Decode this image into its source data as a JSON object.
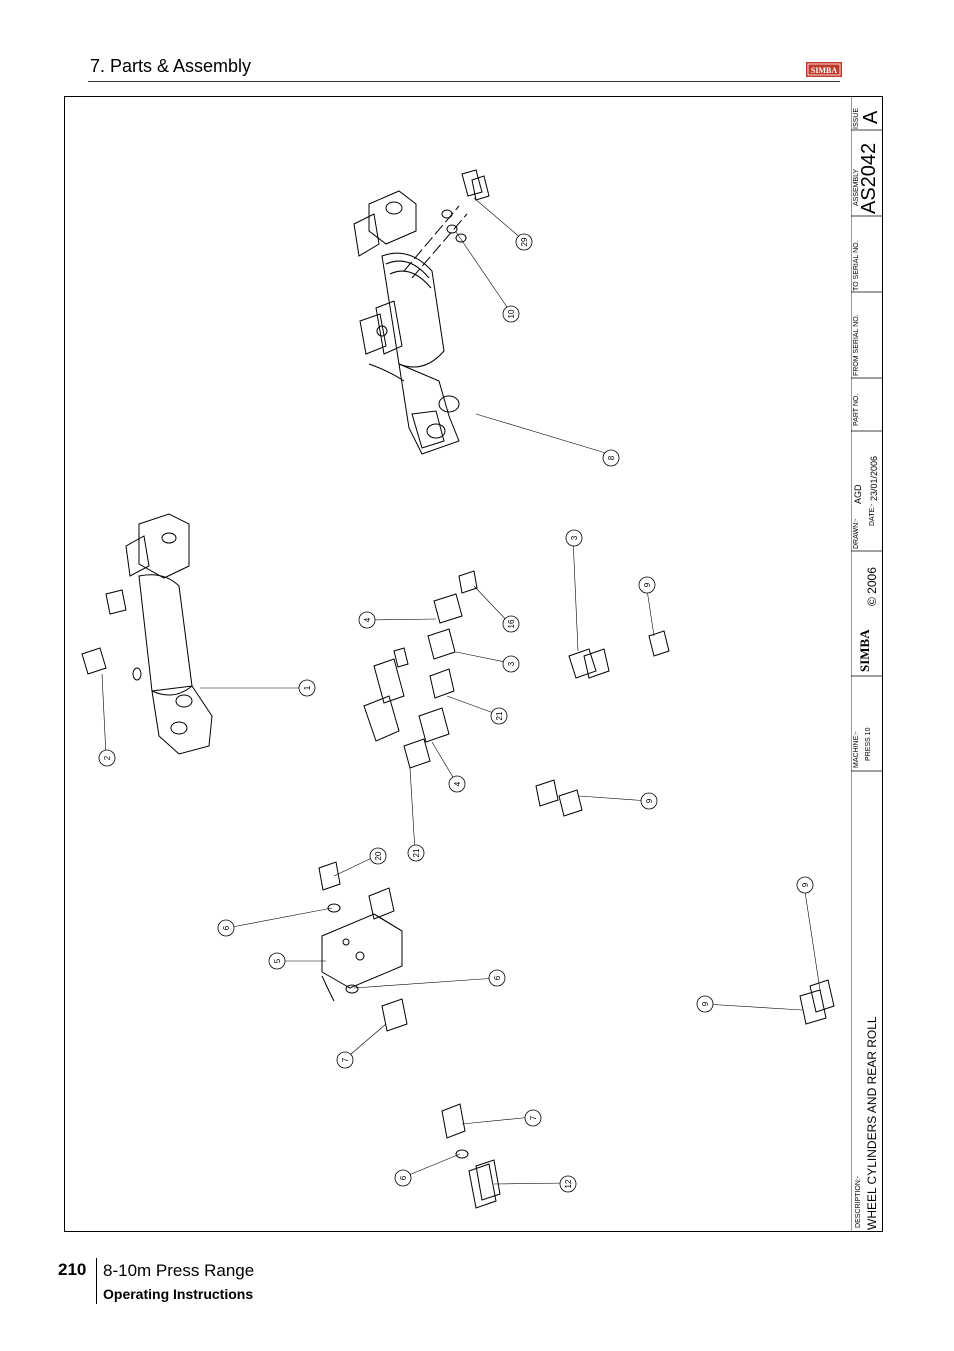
{
  "header": {
    "section_title": "7. Parts & Assembly",
    "logo_text": "SIMBA"
  },
  "title_block": {
    "issue_label": "ISSUE",
    "issue_value": "A",
    "assembly_label": "ASSEMBLY",
    "assembly_value": "AS2042",
    "to_serial_label": "TO SERIAL NO.",
    "from_serial_label": "FROM SERIAL NO.",
    "part_no_label": "PART NO.",
    "drawn_label": "DRAWN:-",
    "drawn_value": "AGD",
    "date_label": "DATE:-",
    "date_value": "23/01/2006",
    "logo_text": "SIMBA",
    "copyright": "© 2006",
    "machine_label": "MACHINE:-",
    "machine_value": "PRESS 10",
    "description_label": "DESCRIPTION:-",
    "description_value": "WHEEL CYLINDERS AND REAR ROLL"
  },
  "balloons": [
    "29",
    "10",
    "8",
    "3",
    "9",
    "4",
    "16",
    "3",
    "1",
    "21",
    "4",
    "2",
    "9",
    "20",
    "21",
    "9",
    "6",
    "5",
    "6",
    "9",
    "7",
    "7",
    "6",
    "12"
  ],
  "footer": {
    "page_number": "210",
    "range": "8-10m Press Range",
    "subtitle": "Operating Instructions"
  },
  "colors": {
    "logo_red": "#c0392b",
    "line": "#000000"
  }
}
